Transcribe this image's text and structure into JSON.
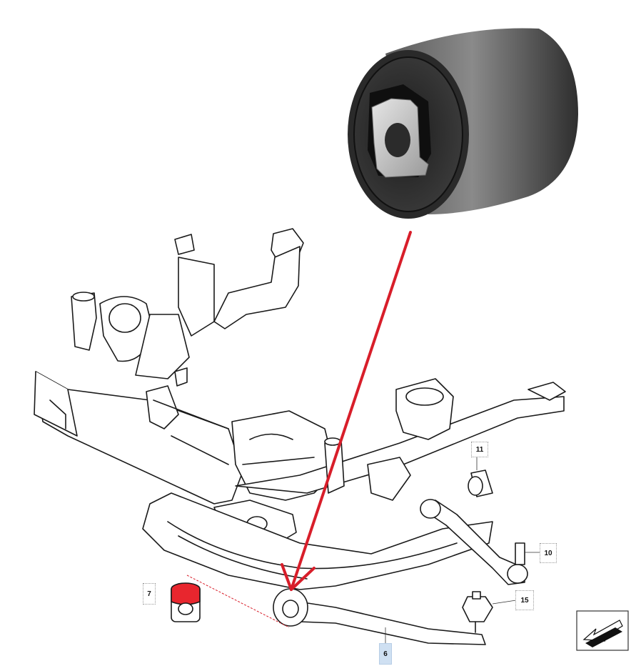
{
  "labels": {
    "part_6": "6",
    "part_7": "7",
    "part_10": "10",
    "part_11": "11",
    "part_15": "15"
  },
  "colors": {
    "line": "#1a1a1a",
    "arrow": "#d81e2a",
    "bushing_highlight": "#e8262e",
    "bushing_rubber": "#3a3a3a",
    "bushing_metal": "#c9c9c9",
    "label_highlight_bg": "#cfe0f2"
  },
  "icons": {
    "orientation": "direction-arrow-icon"
  }
}
